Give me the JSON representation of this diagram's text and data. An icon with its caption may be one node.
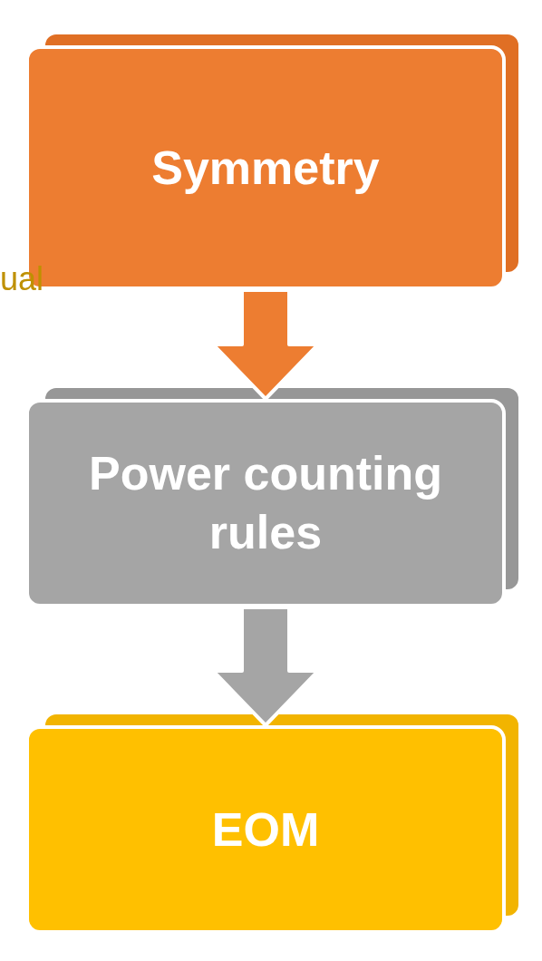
{
  "diagram": {
    "nodes": [
      {
        "text": [
          "Symmetry"
        ]
      },
      {
        "text": [
          "Power counting rules"
        ]
      },
      {
        "text": [
          "EOM"
        ]
      }
    ],
    "edges": [
      {
        "from": 0,
        "to": 1,
        "arrow": "to",
        "color": "#ed7d31"
      },
      {
        "from": 1,
        "to": 2,
        "arrow": "to",
        "color": "#a5a5a5"
      }
    ],
    "labels": [
      "ual"
    ]
  }
}
